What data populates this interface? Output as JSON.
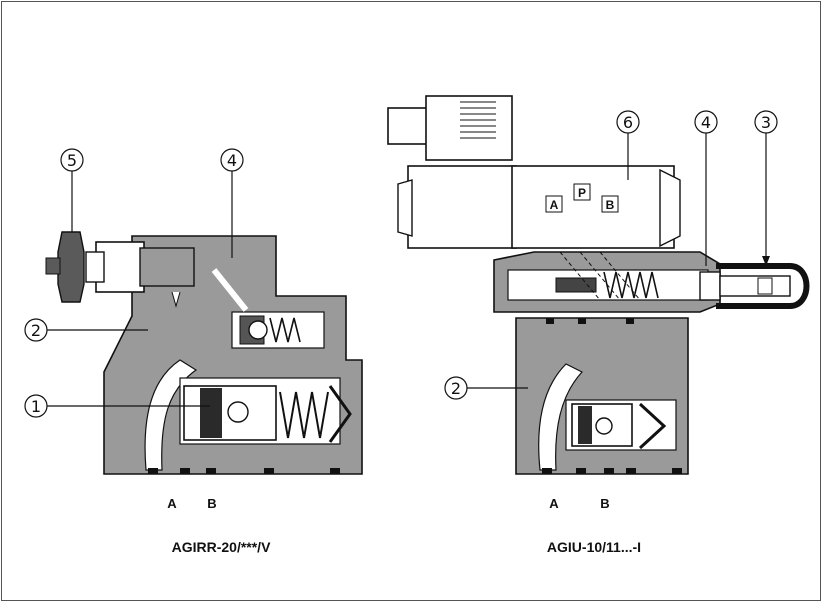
{
  "left_valve": {
    "caption": "AGIRR-20/***/V",
    "port_a": "A",
    "port_b": "B",
    "callouts": [
      "5",
      "4",
      "2",
      "1"
    ]
  },
  "right_valve": {
    "caption": "AGIU-10/11...-I",
    "port_a": "A",
    "port_b": "B",
    "callouts": [
      "6",
      "4",
      "3",
      "2"
    ],
    "solenoid_marks": [
      "A",
      "P",
      "B"
    ]
  },
  "colors": {
    "body_fill": "#9a9a9a",
    "line": "#111111",
    "background": "#ffffff"
  }
}
